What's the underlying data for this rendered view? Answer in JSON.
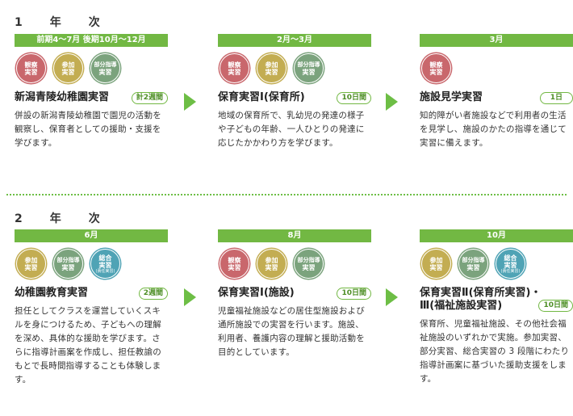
{
  "year1": {
    "title": "1　年　次",
    "cards": [
      {
        "period": "前期4〜7月 後期10月〜12月",
        "badges": [
          {
            "label": "観察実習",
            "line1": "観察",
            "line2": "実習",
            "color": "#c9676c"
          },
          {
            "label": "参加実習",
            "line1": "参加",
            "line2": "実習",
            "color": "#c3ad52"
          },
          {
            "label": "部分指導実習",
            "line1": "部分指導",
            "line2": "実習",
            "color": "#7ba37d"
          }
        ],
        "title": "新潟青陵幼稚園実習",
        "duration": "計2週間",
        "description": "併設の新潟青陵幼稚園で園児の活動を観察し、保育者としての援助・支援を学びます。"
      },
      {
        "period": "2月〜3月",
        "badges": [
          {
            "label": "観察実習",
            "line1": "観察",
            "line2": "実習",
            "color": "#c9676c"
          },
          {
            "label": "参加実習",
            "line1": "参加",
            "line2": "実習",
            "color": "#c3ad52"
          },
          {
            "label": "部分指導実習",
            "line1": "部分指導",
            "line2": "実習",
            "color": "#7ba37d"
          }
        ],
        "title": "保育実習Ⅰ(保育所)",
        "duration": "10日間",
        "description": "地域の保育所で、乳幼児の発達の様子や子どもの年齢、一人ひとりの発達に応じたかかわり方を学びます。"
      },
      {
        "period": "3月",
        "badges": [
          {
            "label": "観察実習",
            "line1": "観察",
            "line2": "実習",
            "color": "#c9676c"
          }
        ],
        "title": "施設見学実習",
        "duration": "1日",
        "description": "知的障がい者施設などで利用者の生活を見学し、施設のかたの指導を通じて実習に備えます。"
      }
    ]
  },
  "year2": {
    "title": "2　年　次",
    "cards": [
      {
        "period": "6月",
        "badges": [
          {
            "label": "参加実習",
            "line1": "参加",
            "line2": "実習",
            "color": "#c3ad52"
          },
          {
            "label": "部分指導実習",
            "line1": "部分指導",
            "line2": "実習",
            "color": "#7ba37d"
          },
          {
            "label": "総合実習",
            "line1": "総合",
            "line2": "実習",
            "line3": "(責任実習)",
            "color": "#4fa3b5"
          }
        ],
        "title": "幼稚園教育実習",
        "duration": "2週間",
        "description": "担任としてクラスを運営していくスキルを身につけるため、子どもへの理解を深め、具体的な援助を学びます。さらに指導計画案を作成し、担任教諭のもとで長時間指導することも体験します。"
      },
      {
        "period": "8月",
        "badges": [
          {
            "label": "観察実習",
            "line1": "観察",
            "line2": "実習",
            "color": "#c9676c"
          },
          {
            "label": "参加実習",
            "line1": "参加",
            "line2": "実習",
            "color": "#c3ad52"
          },
          {
            "label": "部分指導実習",
            "line1": "部分指導",
            "line2": "実習",
            "color": "#7ba37d"
          }
        ],
        "title": "保育実習Ⅰ(施設)",
        "duration": "10日間",
        "description": "児童福祉施設などの居住型施設および通所施設での実習を行います。施設、利用者、養護内容の理解と援助活動を目的としています。"
      },
      {
        "period": "10月",
        "badges": [
          {
            "label": "参加実習",
            "line1": "参加",
            "line2": "実習",
            "color": "#c3ad52"
          },
          {
            "label": "部分指導実習",
            "line1": "部分指導",
            "line2": "実習",
            "color": "#7ba37d"
          },
          {
            "label": "総合実習",
            "line1": "総合",
            "line2": "実習",
            "line3": "(責任実習)",
            "color": "#4fa3b5"
          }
        ],
        "title_line1": "保育実習Ⅱ(保育所実習)・",
        "title_line2": "Ⅲ(福祉施設実習)",
        "duration": "10日間",
        "description": "保育所、児童福祉施設、その他社会福祉施設のいずれかで実施。参加実習、部分実習、総合実習の 3 段階にわたり指導計画案に基づいた援助支援をします。"
      }
    ]
  }
}
